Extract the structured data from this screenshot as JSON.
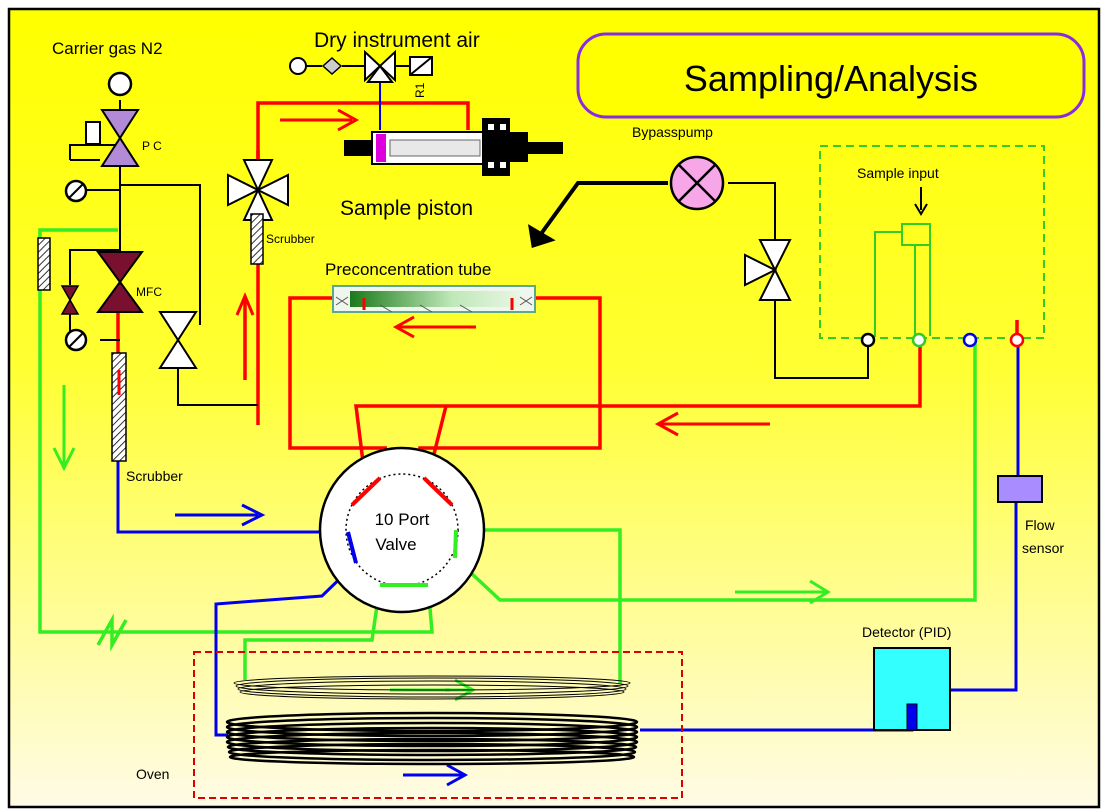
{
  "title": "Sampling/Analysis",
  "labels": {
    "carrier_gas": "Carrier gas N2",
    "dry_air": "Dry instrument air",
    "pc": "P C",
    "r1": "R1",
    "mfc": "MFC",
    "scrubber_top": "Scrubber",
    "scrubber_left": "Scrubber",
    "sample_piston": "Sample piston",
    "preconcentration_tube": "Preconcentration tube",
    "bypasspump": "Bypasspump",
    "sample_input": "Sample input",
    "valve_line1": "10 Port",
    "valve_line2": "Valve",
    "flow_sensor_line1": "Flow",
    "flow_sensor_line2": "sensor",
    "detector": "Detector (PID)",
    "oven": "Oven"
  },
  "colors": {
    "background_top": "#ffff00",
    "background_bottom": "#fffbe6",
    "sample_line": "#ff0000",
    "carrier_line": "#33ee22",
    "detector_line": "#0000ee",
    "dashed_box": "#33cc22",
    "oven_box": "#dd0000",
    "title_border": "#8a2be2",
    "valve_maroon": "#7a1030",
    "valve_violet": "#b28ad8",
    "bypass_pump": "#f7a6e8",
    "detector_fill": "#33ffff",
    "flow_sensor_fill": "#a98cff"
  }
}
